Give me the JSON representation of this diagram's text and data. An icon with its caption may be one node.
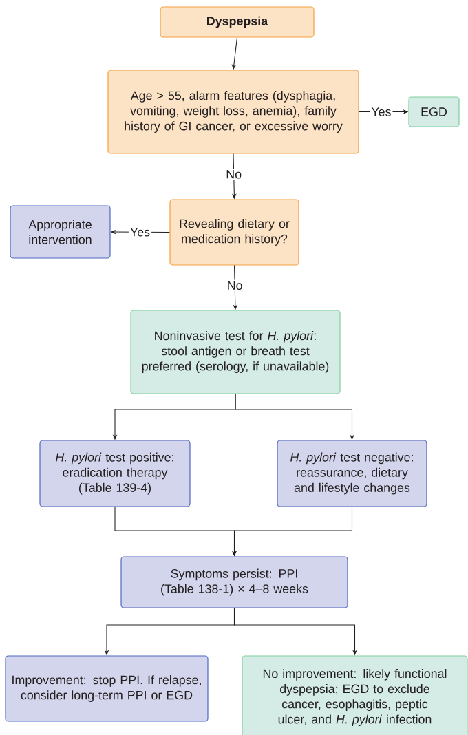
{
  "diagram": {
    "nodes": [
      {
        "text": [
          "Dyspepsia"
        ]
      },
      {
        "text": [
          "Age > 55, alarm features (dysphagia, vomiting, weight loss, anemia), family history of GI cancer, or excessive worry"
        ]
      },
      {
        "text": [
          "EGD"
        ]
      },
      {
        "text": [
          "Appropriate intervention"
        ]
      },
      {
        "text": [
          "Revealing dietary or medication history?"
        ]
      },
      {
        "text": [
          "Noninvasive test for *H. pylori*: stool antigen or breath test preferred (serology, if unavailable)"
        ]
      },
      {
        "text": [
          "*H. pylori* test positive: eradication therapy (Table 139-4)"
        ]
      },
      {
        "text": [
          "*H. pylori* test negative: reassurance, dietary and lifestyle changes"
        ]
      },
      {
        "text": [
          "Symptoms persist: PPI (Table 138-1) × 4–8 weeks"
        ]
      },
      {
        "text": [
          "Improvement: stop PPI. If relapse, consider long-term PPI or EGD"
        ]
      },
      {
        "text": [
          "No improvement: likely functional dyspepsia; EGD to exclude cancer, esophagitis, peptic ulcer, and *H. pylori* infection"
        ]
      }
    ],
    "edges": [
      {
        "from": 0,
        "to": 1,
        "arrow": "to"
      },
      {
        "from": 1,
        "to": 2,
        "arrow": "to",
        "label": "Yes"
      },
      {
        "from": 1,
        "to": 4,
        "arrow": "to",
        "label": "No"
      },
      {
        "from": 4,
        "to": 3,
        "arrow": "to",
        "label": "Yes"
      },
      {
        "from": 4,
        "to": 5,
        "arrow": "to",
        "label": "No"
      },
      {
        "from": 5,
        "to": 6,
        "arrow": "to"
      },
      {
        "from": 5,
        "to": 7,
        "arrow": "to"
      },
      {
        "from": 6,
        "to": 8,
        "arrow": "to"
      },
      {
        "from": 7,
        "to": 8,
        "arrow": "to"
      },
      {
        "from": 8,
        "to": 9,
        "arrow": "to"
      },
      {
        "from": 8,
        "to": 10,
        "arrow": "to"
      }
    ]
  }
}
